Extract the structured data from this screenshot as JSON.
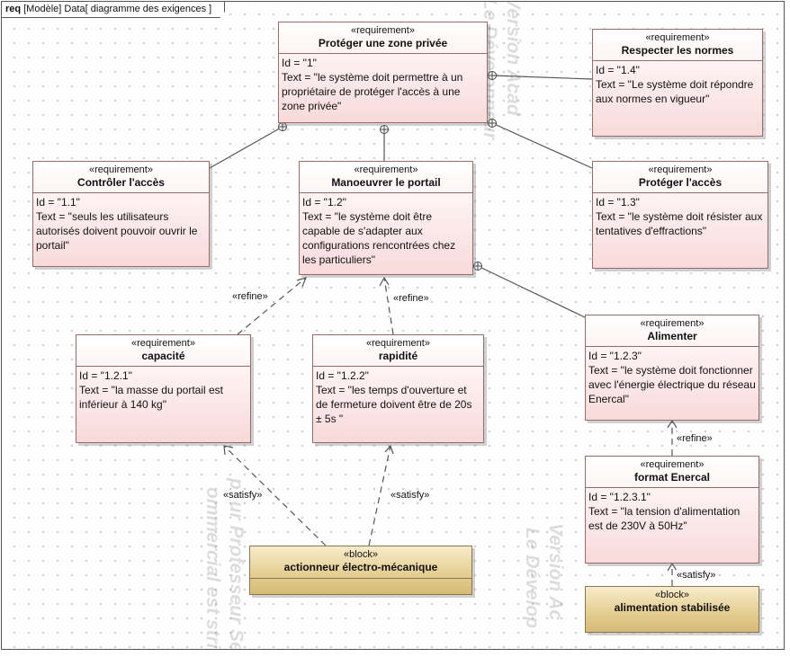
{
  "frame": {
    "kind": "req",
    "title": "[Modèle] Data[ diagramme des exigences ]"
  },
  "watermarks": [
    "Version Acad",
    "Le Développeur",
    "pour Professeur Se",
    "ommercial est stric",
    "Version Ac",
    "Le Dévelop"
  ],
  "requirements": {
    "r1": {
      "stereotype": "«requirement»",
      "name": "Protéger une zone privée",
      "id": "Id = \"1\"",
      "text": "Text = \"le système doit permettre à un propriétaire de protéger l'accès à une zone privée\""
    },
    "r14": {
      "stereotype": "«requirement»",
      "name": "Respecter les normes",
      "id": "Id = \"1.4\"",
      "text": "Text = \"Le système doit répondre aux normes en vigueur\""
    },
    "r11": {
      "stereotype": "«requirement»",
      "name": "Contrôler l'accès",
      "id": "Id = \"1.1\"",
      "text": "Text = \"seuls les utilisateurs autorisés doivent pouvoir ouvrir le portail\""
    },
    "r12": {
      "stereotype": "«requirement»",
      "name": "Manoeuvrer le portail",
      "id": "Id = \"1.2\"",
      "text": "Text = \"le système doit être capable de s'adapter aux configurations rencontrées chez les particuliers\""
    },
    "r13": {
      "stereotype": "«requirement»",
      "name": "Protéger l'accès",
      "id": "Id = \"1.3\"",
      "text": "Text = \"le système doit résister aux tentatives d'effractions\""
    },
    "r121": {
      "stereotype": "«requirement»",
      "name": "capacité",
      "id": "Id = \"1.2.1\"",
      "text": "Text = \"la masse du portail est inférieur à 140 kg\""
    },
    "r122": {
      "stereotype": "«requirement»",
      "name": "rapidité",
      "id": "Id = \"1.2.2\"",
      "text": "Text = \"les temps d'ouverture et de fermeture doivent être de 20s ± 5s  \""
    },
    "r123": {
      "stereotype": "«requirement»",
      "name": "Alimenter",
      "id": "Id = \"1.2.3\"",
      "text": "Text = \"le système doit fonctionner avec l'énergie électrique du réseau Enercal\""
    },
    "r1231": {
      "stereotype": "«requirement»",
      "name": "format Enercal",
      "id": "Id = \"1.2.3.1\"",
      "text": "Text = \"la tension d'alimentation est de 230V à 50Hz\""
    }
  },
  "blocks": {
    "b1": {
      "stereotype": "«block»",
      "name": "actionneur électro-mécanique"
    },
    "b2": {
      "stereotype": "«block»",
      "name": "alimentation stabilisée"
    }
  },
  "relations": {
    "refine": "«refine»",
    "satisfy": "«satisfy»"
  }
}
